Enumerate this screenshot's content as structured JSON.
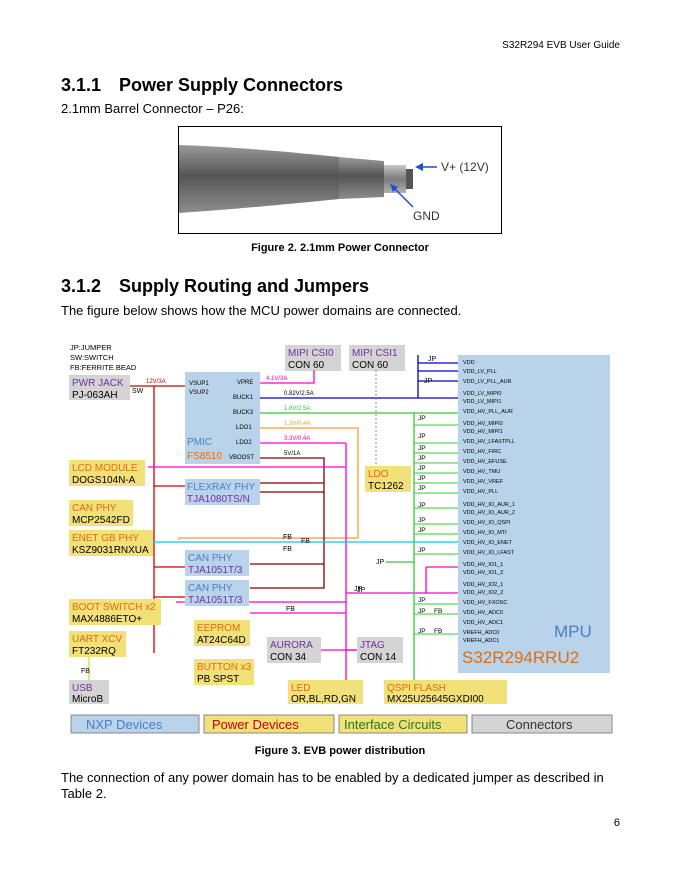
{
  "header": {
    "doc_title": "S32R294 EVB User Guide"
  },
  "section_1": {
    "number": "3.1.1",
    "title": "Power Supply Connectors",
    "intro": "2.1mm Barrel Connector – P26:"
  },
  "figure_2": {
    "label_vplus": "V+ (12V)",
    "label_gnd": "GND",
    "caption": "Figure 2. 2.1mm Power Connector"
  },
  "section_2": {
    "number": "3.1.2",
    "title": "Supply Routing and Jumpers",
    "intro": "The figure below shows how the MCU power domains are connected."
  },
  "figure_3": {
    "caption": "Figure 3. EVB power distribution",
    "legend_notes": [
      "JP:JUMPER",
      "SW:SWITCH",
      "FB:FERRITE BEAD"
    ],
    "blocks": {
      "mipi_csi0": [
        "MIPI CSI0",
        "CON 60"
      ],
      "mipi_csi1": [
        "MIPI CSI1",
        "CON 60"
      ],
      "pwr_jack": [
        "PWR JACK",
        "PJ-063AH"
      ],
      "pmic": [
        "PMIC",
        "FS8510"
      ],
      "lcd": [
        "LCD MODULE",
        "DOGS104N-A"
      ],
      "flexray": [
        "FLEXRAY PHY",
        "TJA1080TS/N"
      ],
      "can_phy_1": [
        "CAN PHY",
        "MCP2542FD"
      ],
      "enet": [
        "ENET GB PHY",
        "KSZ9031RNXUA"
      ],
      "ldo": [
        "LDO",
        "TC1262"
      ],
      "can_phy_2": [
        "CAN PHY",
        "TJA1051T/3"
      ],
      "can_phy_3": [
        "CAN PHY",
        "TJA1051T/3"
      ],
      "boot": [
        "BOOT SWITCH x2",
        "MAX4886ETO+"
      ],
      "eeprom": [
        "EEPROM",
        "AT24C64D"
      ],
      "uart": [
        "UART XCV",
        "FT232RQ"
      ],
      "aurora": [
        "AURORA",
        "CON 34"
      ],
      "jtag": [
        "JTAG",
        "CON 14"
      ],
      "button": [
        "BUTTON x3",
        "PB SPST"
      ],
      "usb": [
        "USB",
        "MicroB"
      ],
      "led": [
        "LED",
        "OR,BL,RD,GN"
      ],
      "qspi": [
        "QSPI FLASH",
        "MX25U25645GXDI00"
      ],
      "mpu": [
        "MPU",
        "S32R294RRU2"
      ]
    },
    "pmic_pins": [
      "VSUP1",
      "VSUP2",
      "VPRE",
      "BUCK1",
      "BUCK3",
      "LDO1",
      "LDO2",
      "VBOOST"
    ],
    "rail_labels": [
      "12V/3A",
      "4.1V/3A",
      "0.82V/2.5A",
      "1.8V/2.5A",
      "1.2V/0.4A",
      "3.3V/0.4A",
      "5V/1A"
    ],
    "misc_labels": {
      "sw": "SW",
      "jp": "JP",
      "fb": "FB"
    },
    "vdd_pins": [
      "VDD",
      "VDD_LV_PLL",
      "VDD_LV_PLL_AUR",
      "VDD_LV_MIPI0",
      "VDD_LV_MIPI1",
      "VDD_HV_PLL_AUR",
      "VDD_HV_MIPI0",
      "VDD_HV_MIPI1",
      "VDD_HV_LFASTPLL",
      "VDD_HV_FIRC",
      "VDD_HV_EFUSE",
      "VDD_HV_TMU",
      "VDD_HV_VREF",
      "VDD_HV_PLL",
      "VDD_HV_IO_AUR_1",
      "VDD_HV_IO_AUR_2",
      "VDD_HV_IO_QSPI",
      "VDD_HV_IO_MTI",
      "VDD_HV_IO_ENET",
      "VDD_HV_IO_LFAST",
      "VDD_HV_IO1_1",
      "VDD_HV_IO1_2",
      "VDD_HV_IO2_1",
      "VDD_HV_IO2_2",
      "VDD_HV_FXOSC",
      "VDD_HV_ADC0",
      "VDD_HV_ADC1",
      "VREFH_ADC0",
      "VREFH_ADC1"
    ],
    "legend": [
      "NXP Devices",
      "Power Devices",
      "Interface Circuits",
      "Connectors"
    ],
    "colors": {
      "nxp": "#b9d4ea",
      "power": "#f2e079",
      "interface": "#f2e079",
      "connector": "#d4d4d4",
      "purple_text": "#7030a0",
      "orange_text": "#e46c0a",
      "pink": "#ff00cc",
      "green": "#33cc33",
      "blue": "#0000cc",
      "red": "#cc0000",
      "maroon": "#800000",
      "orange": "#f59d3b",
      "cyan": "#00d0e0"
    }
  },
  "closing": {
    "text": "The connection of any power domain has to be enabled by a dedicated jumper as described in Table 2."
  },
  "page_number": "6"
}
